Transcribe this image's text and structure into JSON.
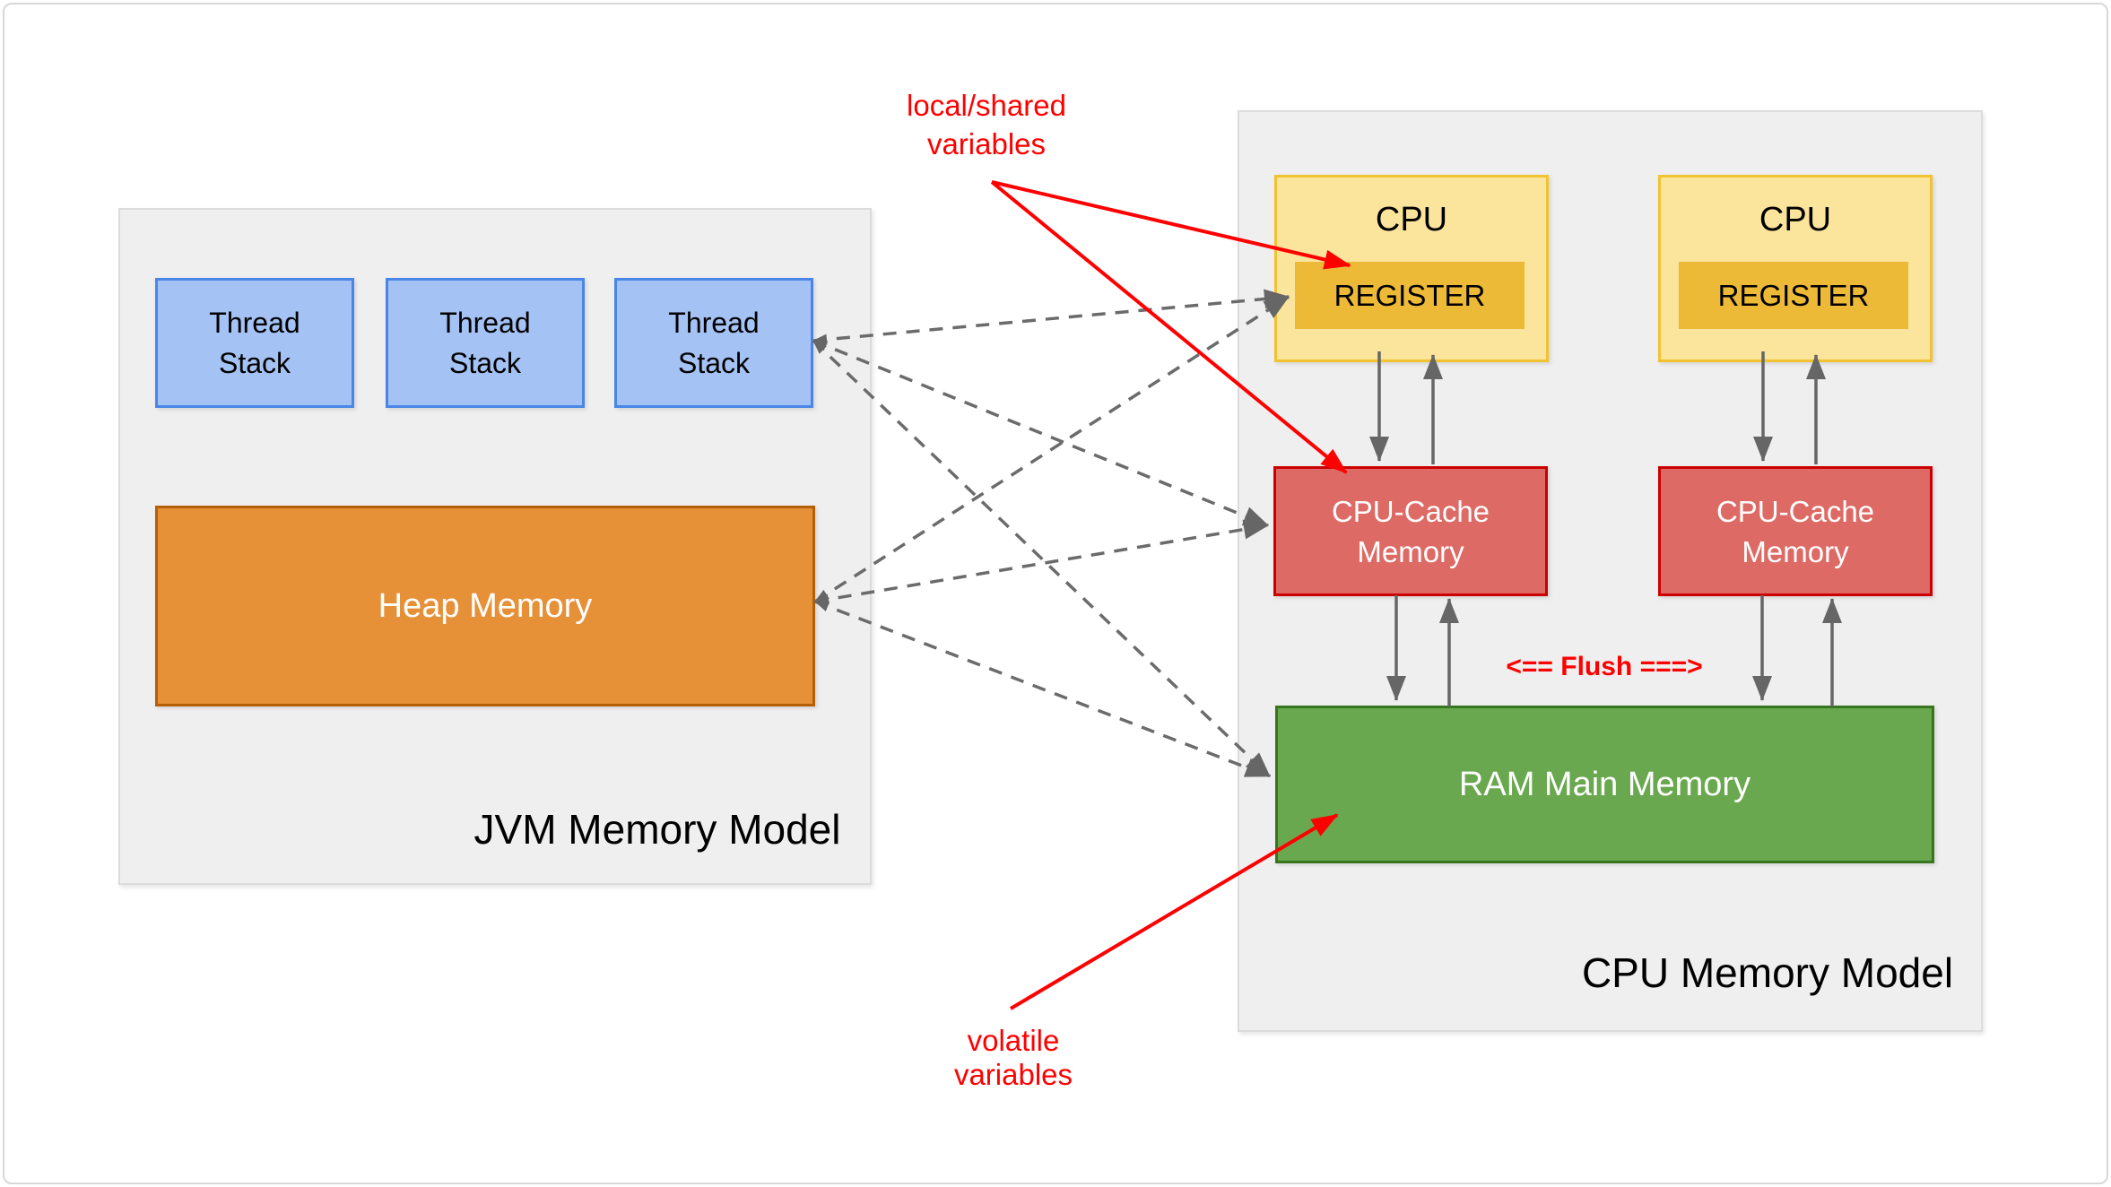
{
  "jvm": {
    "title": "JVM Memory Model",
    "thread_stacks": [
      "Thread Stack",
      "Thread Stack",
      "Thread Stack"
    ],
    "heap": "Heap Memory"
  },
  "cpu": {
    "title": "CPU Memory Model",
    "cpus": [
      {
        "label": "CPU",
        "register": "REGISTER"
      },
      {
        "label": "CPU",
        "register": "REGISTER"
      }
    ],
    "caches": [
      "CPU-Cache Memory",
      "CPU-Cache Memory"
    ],
    "ram": "RAM Main Memory",
    "flush": "<== Flush ===>"
  },
  "annotations": {
    "local_shared": "local/shared variables",
    "volatile": "volatile variables"
  },
  "colors": {
    "thread_fill": "#A4C2F4",
    "thread_border": "#4A86E8",
    "heap_fill": "#E69138",
    "heap_border": "#B45F06",
    "cpu_fill": "#FBE49B",
    "cpu_border": "#F1C232",
    "register_fill": "#EDBA37",
    "cache_fill": "#DD6A64",
    "cache_border": "#CC0000",
    "ram_fill": "#6AA84F",
    "ram_border": "#38761D",
    "container_fill": "#EFEFEF",
    "container_border": "#DCDCDC",
    "arrow_gray": "#666666",
    "annotation_red": "#FF0000",
    "text_dark": "#000000",
    "text_light": "#FFFFFF"
  }
}
